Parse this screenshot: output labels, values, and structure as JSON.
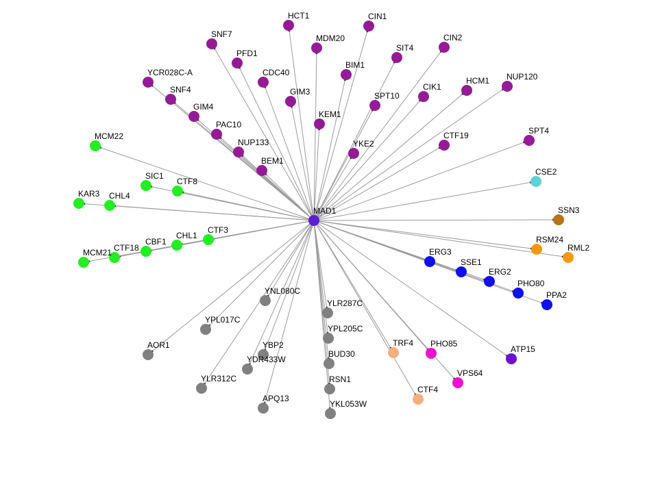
{
  "network": {
    "hub": {
      "label": "MAD1",
      "color": "#5a1fd1"
    },
    "nodes": [
      {
        "label": "HCT1",
        "group": "purple"
      },
      {
        "label": "CIN1",
        "group": "purple"
      },
      {
        "label": "SNF7",
        "group": "purple"
      },
      {
        "label": "MDM20",
        "group": "purple"
      },
      {
        "label": "CIN2",
        "group": "purple"
      },
      {
        "label": "SIT4",
        "group": "purple"
      },
      {
        "label": "PFD1",
        "group": "purple"
      },
      {
        "label": "BIM1",
        "group": "purple"
      },
      {
        "label": "CDC40",
        "group": "purple"
      },
      {
        "label": "YCR028C-A",
        "group": "purple"
      },
      {
        "label": "NUP120",
        "group": "purple"
      },
      {
        "label": "HCM1",
        "group": "purple"
      },
      {
        "label": "CIK1",
        "group": "purple"
      },
      {
        "label": "SNF4",
        "group": "purple"
      },
      {
        "label": "GIM3",
        "group": "purple"
      },
      {
        "label": "SPT10",
        "group": "purple"
      },
      {
        "label": "GIM4",
        "group": "purple"
      },
      {
        "label": "KEM1",
        "group": "purple"
      },
      {
        "label": "PAC10",
        "group": "purple"
      },
      {
        "label": "CTF19",
        "group": "purple"
      },
      {
        "label": "SPT4",
        "group": "purple"
      },
      {
        "label": "NUP133",
        "group": "purple"
      },
      {
        "label": "YKE2",
        "group": "purple"
      },
      {
        "label": "BEM1",
        "group": "purple"
      },
      {
        "label": "MCM22",
        "group": "green"
      },
      {
        "label": "SIC1",
        "group": "green"
      },
      {
        "label": "CTF8",
        "group": "green"
      },
      {
        "label": "KAR3",
        "group": "green"
      },
      {
        "label": "CHL4",
        "group": "green"
      },
      {
        "label": "CTF3",
        "group": "green"
      },
      {
        "label": "CHL1",
        "group": "green"
      },
      {
        "label": "CBF1",
        "group": "green"
      },
      {
        "label": "CTF18",
        "group": "green"
      },
      {
        "label": "MCM21",
        "group": "green"
      },
      {
        "label": "CSE2",
        "group": "cyan"
      },
      {
        "label": "SSN3",
        "group": "brown"
      },
      {
        "label": "RSM24",
        "group": "orange"
      },
      {
        "label": "RML2",
        "group": "orange"
      },
      {
        "label": "ERG3",
        "group": "blue"
      },
      {
        "label": "SSE1",
        "group": "blue"
      },
      {
        "label": "ERG2",
        "group": "blue"
      },
      {
        "label": "PHO80",
        "group": "blue"
      },
      {
        "label": "PPA2",
        "group": "blue"
      },
      {
        "label": "ATP15",
        "group": "violet"
      },
      {
        "label": "PHO85",
        "group": "magenta"
      },
      {
        "label": "VPS64",
        "group": "magenta"
      },
      {
        "label": "TRF4",
        "group": "peach"
      },
      {
        "label": "CTF4",
        "group": "peach"
      },
      {
        "label": "YNL080C",
        "group": "gray"
      },
      {
        "label": "YLR287C",
        "group": "gray"
      },
      {
        "label": "YPL017C",
        "group": "gray"
      },
      {
        "label": "YPL205C",
        "group": "gray"
      },
      {
        "label": "AOR1",
        "group": "gray"
      },
      {
        "label": "YBP2",
        "group": "gray"
      },
      {
        "label": "BUD30",
        "group": "gray"
      },
      {
        "label": "YDR433W",
        "group": "gray"
      },
      {
        "label": "YLR312C",
        "group": "gray"
      },
      {
        "label": "RSN1",
        "group": "gray"
      },
      {
        "label": "APQ13",
        "group": "gray"
      },
      {
        "label": "YKL053W",
        "group": "gray"
      }
    ],
    "colors": {
      "purple": "#951b96",
      "green": "#22ee22",
      "cyan": "#5fd0d8",
      "brown": "#b8741a",
      "orange": "#f4990f",
      "blue": "#1010ee",
      "violet": "#6d10d6",
      "magenta": "#ee10d0",
      "peach": "#f5b07e",
      "gray": "#808080",
      "edge": "#9a9a9a"
    }
  }
}
